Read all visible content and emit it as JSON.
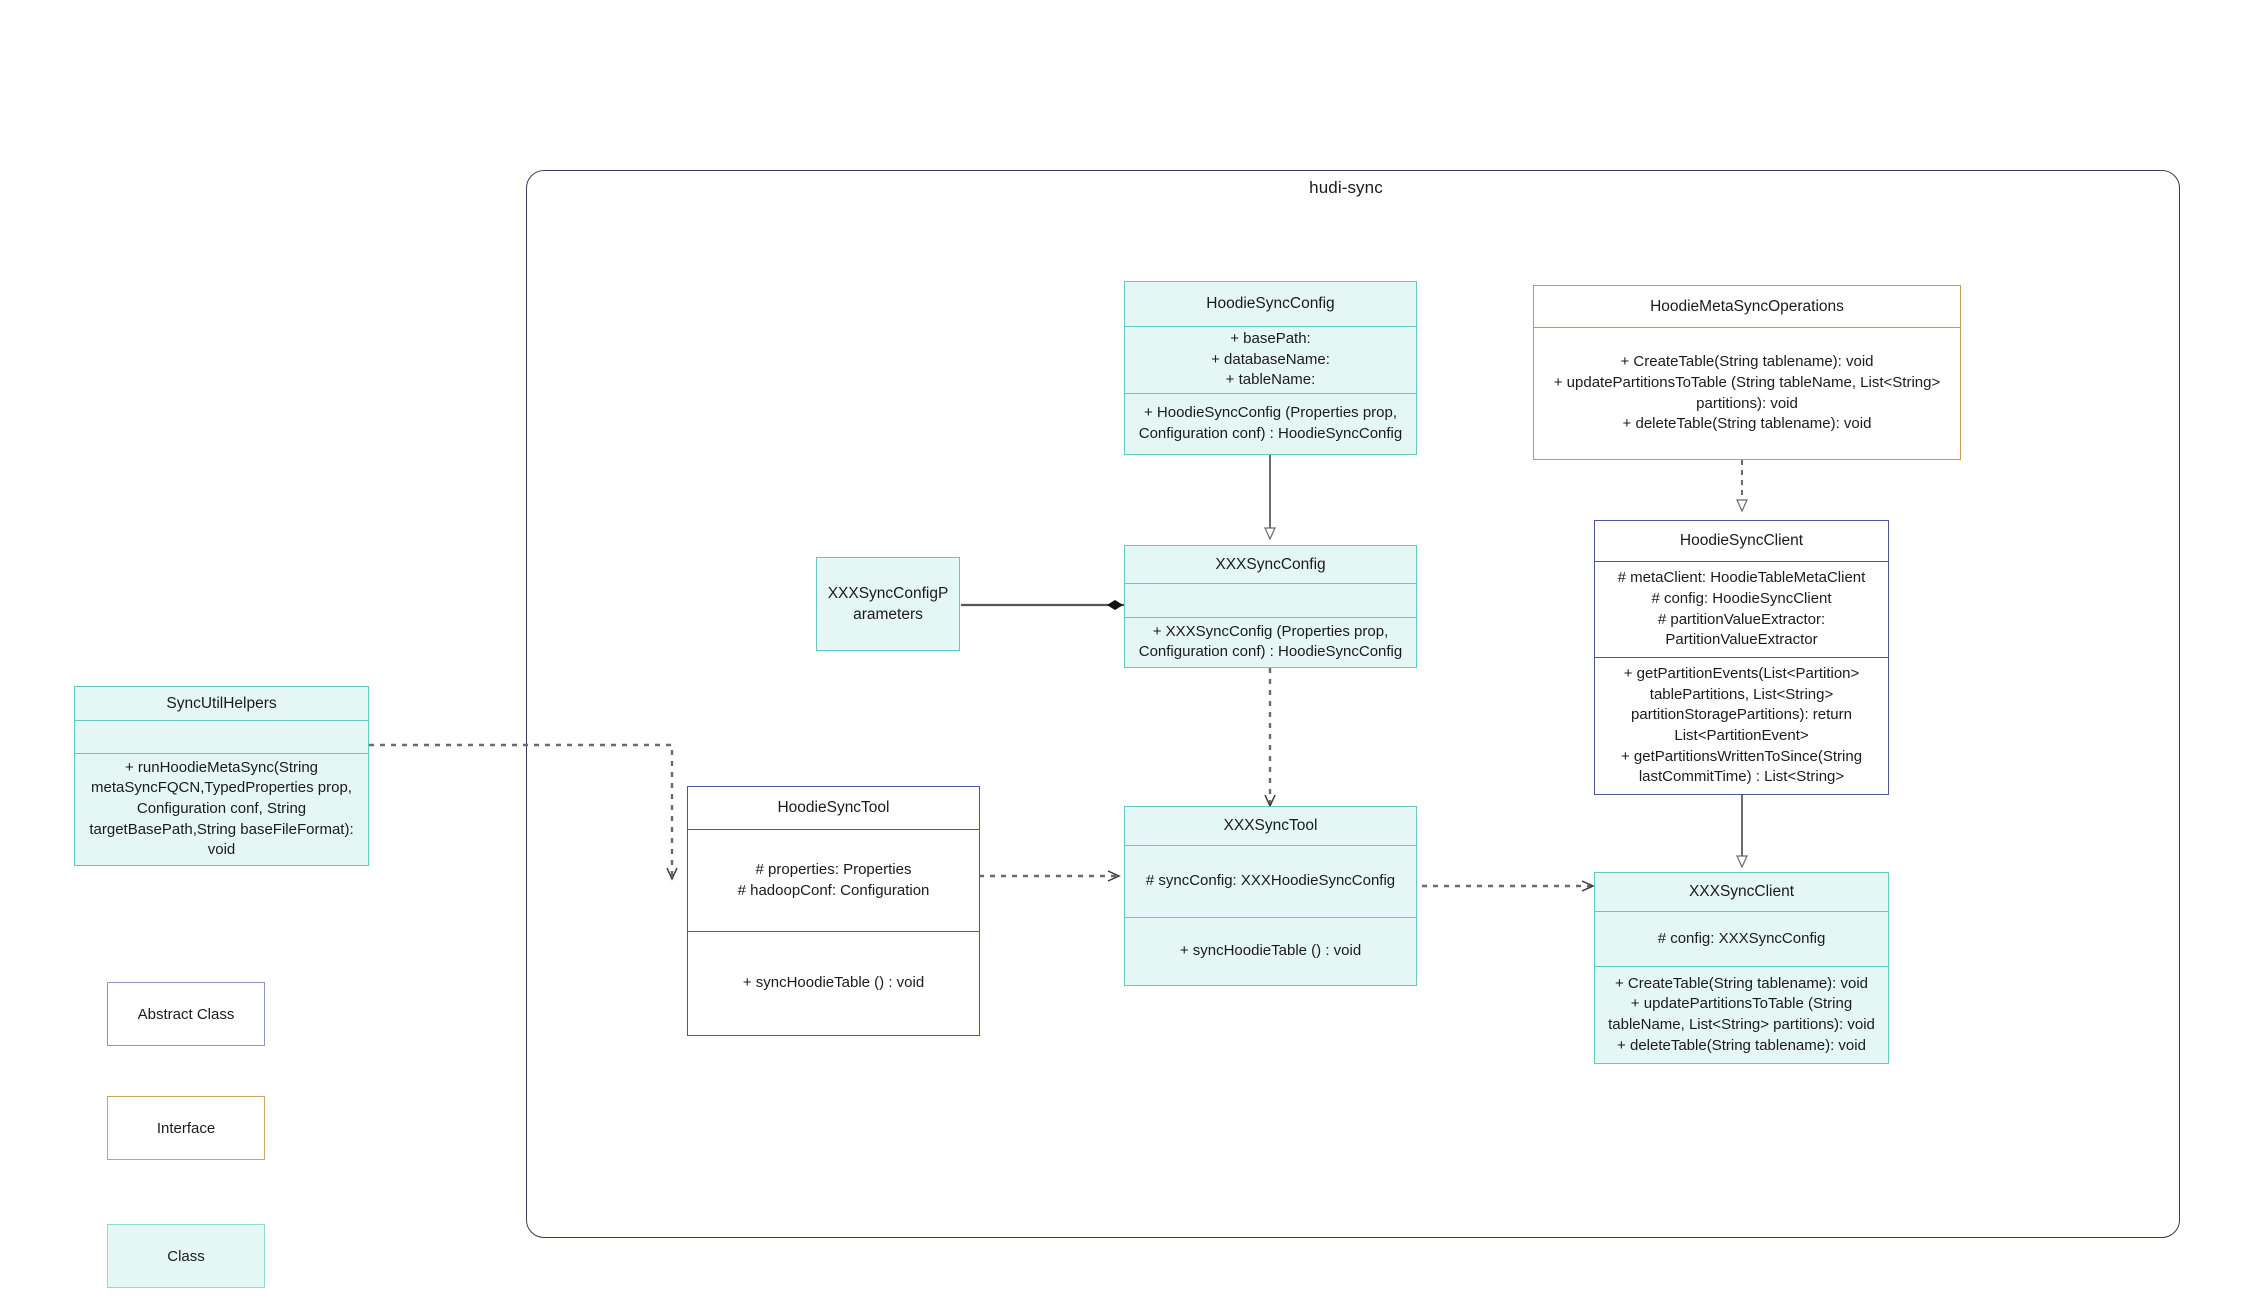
{
  "package": {
    "title": "hudi-sync"
  },
  "classes": {
    "hoodie_sync_config": {
      "name": "HoodieSyncConfig",
      "attributes": "+    basePath:\n+   databaseName:\n+   tableName:",
      "operations": "+   HoodieSyncConfig (Properties prop, Configuration conf) : HoodieSyncConfig"
    },
    "hoodie_meta_sync_operations": {
      "name": "HoodieMetaSyncOperations",
      "operations": "+    CreateTable(String tablename): void\n+   updatePartitionsToTable (String tableName, List<String> partitions): void\n+    deleteTable(String tablename): void"
    },
    "hoodie_sync_client": {
      "name": "HoodieSyncClient",
      "attributes": "#   metaClient: HoodieTableMetaClient\n#    config: HoodieSyncClient\n#     partitionValueExtractor: PartitionValueExtractor",
      "operations": "+   getPartitionEvents(List<Partition> tablePartitions, List<String> partitionStoragePartitions): return List<PartitionEvent>\n+   getPartitionsWrittenToSince(String lastCommitTime) : List<String>"
    },
    "xxx_sync_config_parameters": {
      "name": "XXXSyncConfigParameters"
    },
    "xxx_sync_config": {
      "name": "XXXSyncConfig",
      "attributes": "",
      "operations": "+   XXXSyncConfig (Properties prop, Configuration conf) : HoodieSyncConfig"
    },
    "xxx_sync_client": {
      "name": "XXXSyncClient",
      "attributes": "#    config: XXXSyncConfig",
      "operations": "+    CreateTable(String tablename): void\n+    updatePartitionsToTable (String tableName, List<String> partitions): void\n+    deleteTable(String tablename): void"
    },
    "sync_util_helpers": {
      "name": "SyncUtilHelpers",
      "attributes": "",
      "operations": "+     runHoodieMetaSync(String metaSyncFQCN,TypedProperties prop, Configuration conf, String targetBasePath,String baseFileFormat): void"
    },
    "hoodie_sync_tool": {
      "name": "HoodieSyncTool",
      "attributes": "#   properties: Properties\n#   hadoopConf: Configuration",
      "operations": "+   syncHoodieTable () : void"
    },
    "xxx_sync_tool": {
      "name": "XXXSyncTool",
      "attributes": "#   syncConfig: XXXHoodieSyncConfig",
      "operations": "+   syncHoodieTable () : void"
    }
  },
  "legend": {
    "abstract_label": "Abstract Class",
    "interface_label": "Interface",
    "class_label": "Class"
  },
  "colors": {
    "class_border": "#62c9c3",
    "class_fill": "#e4f7f4",
    "abstract_border": "#4a5899",
    "interface_border": "#c99a54",
    "frame_border": "#3b3b56",
    "edge": "#6b6b6b"
  }
}
